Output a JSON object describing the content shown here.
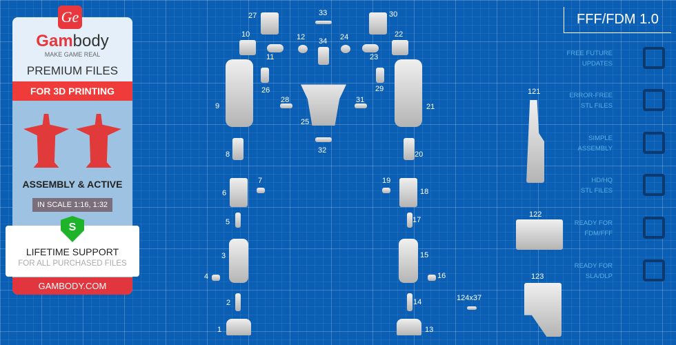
{
  "promo": {
    "logo_mark": "Ge",
    "brand_part1": "Gam",
    "brand_part2": "body",
    "tagline": "MAKE GAME REAL",
    "premium": "PREMIUM FILES",
    "for_printing": "FOR 3D PRINTING",
    "assembly": "ASSEMBLY & ACTIVE",
    "scale": "IN SCALE 1:16, 1:32",
    "shield_letter": "S",
    "lifetime": "LIFETIME SUPPORT",
    "lifetime_sub": "FOR ALL PURCHASED FILES",
    "website": "GAMBODY.COM"
  },
  "version": "FFF/FDM 1.0",
  "features": [
    {
      "line1": "FREE FUTURE",
      "line2": "UPDATES",
      "icon": "updates-icon"
    },
    {
      "line1": "ERROR-FREE",
      "line2": "STL FILES",
      "icon": "file-check-icon"
    },
    {
      "line1": "SIMPLE",
      "line2": "ASSEMBLY",
      "icon": "puzzle-icon"
    },
    {
      "line1": "HD/HQ",
      "line2": "STL FILES",
      "icon": "ironman-icon"
    },
    {
      "line1": "READY FOR",
      "line2": "FDM/FFF",
      "icon": "fdm-printer-icon"
    },
    {
      "line1": "READY FOR",
      "line2": "SLA/DLP",
      "icon": "sla-printer-icon"
    }
  ],
  "parts": [
    "27",
    "33",
    "30",
    "10",
    "12",
    "34",
    "24",
    "22",
    "11",
    "23",
    "26",
    "29",
    "9",
    "28",
    "31",
    "21",
    "25",
    "32",
    "8",
    "20",
    "7",
    "19",
    "6",
    "18",
    "5",
    "17",
    "3",
    "15",
    "4",
    "16",
    "2",
    "14",
    "124x37",
    "1",
    "13",
    "121",
    "122",
    "123"
  ],
  "colors": {
    "background": "#0a5fb4",
    "accent": "#e8383d"
  }
}
